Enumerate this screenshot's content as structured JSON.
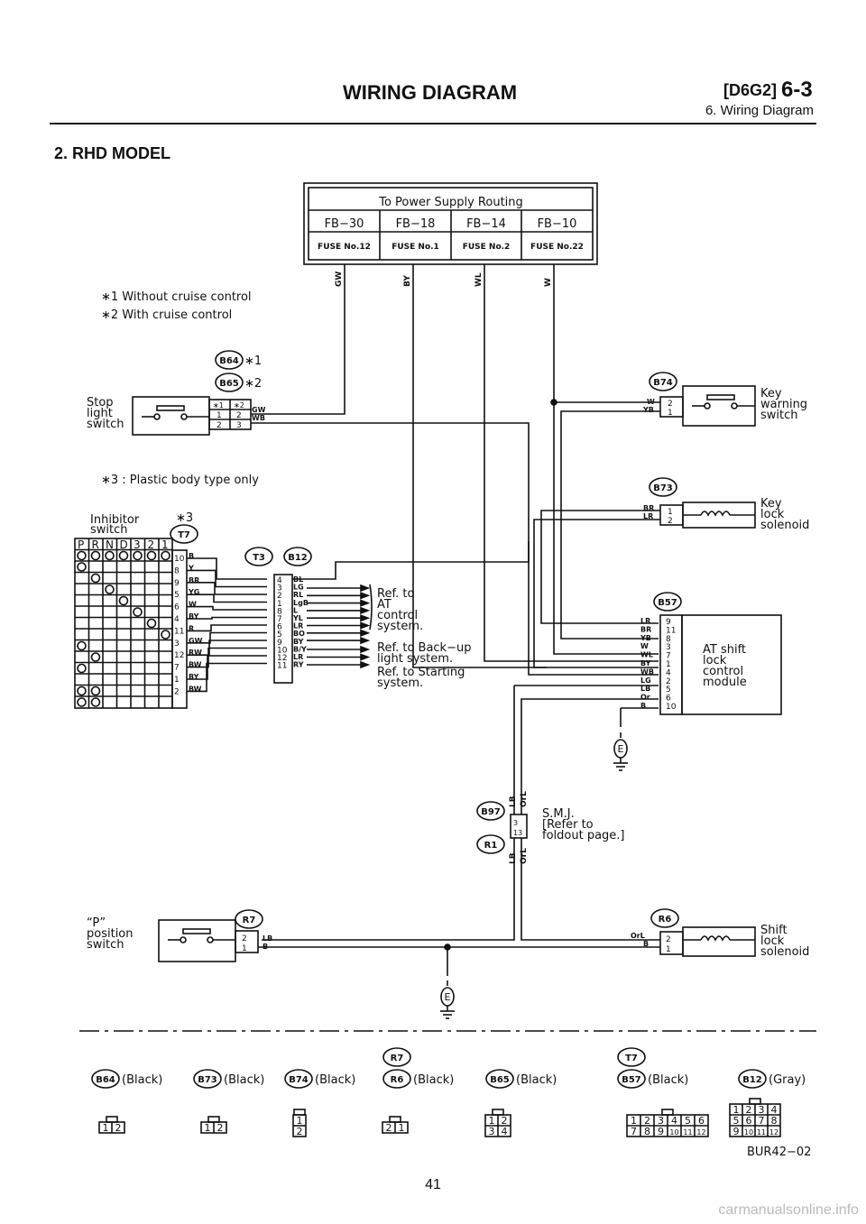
{
  "header": {
    "title": "WIRING DIAGRAM",
    "code": "[D6G2]",
    "section": "6-3",
    "subtitle": "6. Wiring Diagram"
  },
  "section_heading": "2. RHD MODEL",
  "power": {
    "title": "To Power Supply Routing",
    "fuses": [
      {
        "fb": "FB−30",
        "fuse": "FUSE No.12",
        "wire": "GW"
      },
      {
        "fb": "FB−18",
        "fuse": "FUSE No.1",
        "wire": "BY"
      },
      {
        "fb": "FB−14",
        "fuse": "FUSE No.2",
        "wire": "WL"
      },
      {
        "fb": "FB−10",
        "fuse": "FUSE No.22",
        "wire": "W"
      }
    ]
  },
  "notes": {
    "n1": "∗1 Without cruise control",
    "n2": "∗2 With cruise control",
    "n3": "∗3 : Plastic body type only"
  },
  "stop_switch": {
    "label": [
      "Stop",
      "light",
      "switch"
    ],
    "c1": "B64",
    "c1n": "∗1",
    "c2": "B65",
    "c2n": "∗2",
    "pin_hdr": [
      "∗1",
      "∗2"
    ],
    "row1": [
      "1",
      "2"
    ],
    "row2": [
      "2",
      "3"
    ],
    "wires": [
      "GW",
      "WB"
    ]
  },
  "key_warning": {
    "conn": "B74",
    "label": [
      "Key",
      "warning",
      "switch"
    ],
    "wires": [
      "W",
      "YB"
    ],
    "pins": [
      "2",
      "1"
    ]
  },
  "key_lock": {
    "conn": "B73",
    "label": [
      "Key",
      "lock",
      "solenoid"
    ],
    "wires": [
      "BR",
      "LR"
    ],
    "pins": [
      "1",
      "2"
    ]
  },
  "inhibitor": {
    "label": [
      "Inhibitor",
      "switch"
    ],
    "conn": "T7",
    "note": "∗3",
    "positions": [
      "P",
      "R",
      "N",
      "D",
      "3",
      "2",
      "1"
    ],
    "pins": [
      "10",
      "8",
      "9",
      "5",
      "6",
      "4",
      "11",
      "3",
      "12",
      "7",
      "1",
      "2"
    ],
    "wires": [
      "B",
      "Y",
      "BR",
      "YG",
      "W",
      "BY",
      "R",
      "GW",
      "RW",
      "BW",
      "BY",
      "BW"
    ]
  },
  "t3b12": {
    "c1": "T3",
    "c2": "B12",
    "pins": [
      "4",
      "3",
      "2",
      "1",
      "8",
      "7",
      "6",
      "5",
      "9",
      "10",
      "12",
      "11"
    ],
    "wires": [
      "BL",
      "LG",
      "RL",
      "LgB",
      "L",
      "YL",
      "LR",
      "BO",
      "BY",
      "B/Y",
      "LR",
      "RY"
    ]
  },
  "refs": {
    "at": [
      "Ref. to",
      "AT",
      "control",
      "system."
    ],
    "backup": [
      "Ref. to Back−up",
      "light system."
    ],
    "start": [
      "Ref. to Starting",
      "system."
    ]
  },
  "at_module": {
    "conn": "B57",
    "label": [
      "AT shift",
      "lock",
      "control",
      "module"
    ],
    "wires": [
      "LR",
      "BR",
      "YB",
      "W",
      "WL",
      "BY",
      "WB",
      "LG",
      "LB",
      "Or",
      "B"
    ],
    "pins": [
      "9",
      "11",
      "8",
      "3",
      "7",
      "1",
      "4",
      "2",
      "5",
      "6",
      "10"
    ]
  },
  "ground": {
    "label": "E"
  },
  "smj": {
    "c1": "B97",
    "c2": "R1",
    "pins": [
      "3",
      "13"
    ],
    "wires_top": [
      "LB",
      "OrL"
    ],
    "wires_bot": [
      "LB",
      "OrL"
    ],
    "label": [
      "S.M.J.",
      "[Refer to",
      "foldout page.]"
    ]
  },
  "p_switch": {
    "conn": "R7",
    "label": [
      "“P”",
      "position",
      "switch"
    ],
    "wires": [
      "LB",
      "B"
    ],
    "pins": [
      "2",
      "1"
    ]
  },
  "shift_lock": {
    "conn": "R6",
    "label": [
      "Shift",
      "lock",
      "solenoid"
    ],
    "wires": [
      "OrL",
      "B"
    ],
    "pins": [
      "2",
      "1"
    ]
  },
  "legend": {
    "items": [
      {
        "conn": "B64",
        "color": "(Black)",
        "rows": [
          [
            "1",
            "2"
          ]
        ]
      },
      {
        "conn": "B73",
        "color": "(Black)",
        "rows": [
          [
            "1",
            "2"
          ]
        ]
      },
      {
        "conn": "B74",
        "color": "(Black)",
        "rows": [
          [
            "1"
          ],
          [
            "2"
          ]
        ]
      },
      {
        "conn": "R6",
        "color": "(Black)",
        "top": "R7",
        "rows": [
          [
            "2",
            "1"
          ]
        ]
      },
      {
        "conn": "B65",
        "color": "(Black)",
        "rows": [
          [
            "1",
            "2"
          ],
          [
            "3",
            "4"
          ]
        ]
      },
      {
        "conn": "B57",
        "color": "(Black)",
        "top": "T7",
        "rows": [
          [
            "1",
            "2",
            "3",
            "4",
            "5",
            "6"
          ],
          [
            "7",
            "8",
            "9",
            "10",
            "11",
            "12"
          ]
        ]
      },
      {
        "conn": "B12",
        "color": "(Gray)",
        "rows": [
          [
            "1",
            "2",
            "3",
            "4"
          ],
          [
            "5",
            "6",
            "7",
            "8"
          ],
          [
            "9",
            "10",
            "11",
            "12"
          ]
        ]
      }
    ],
    "code": "BUR42−02"
  },
  "page_number": "41",
  "footer": "carmanualsonline.info"
}
